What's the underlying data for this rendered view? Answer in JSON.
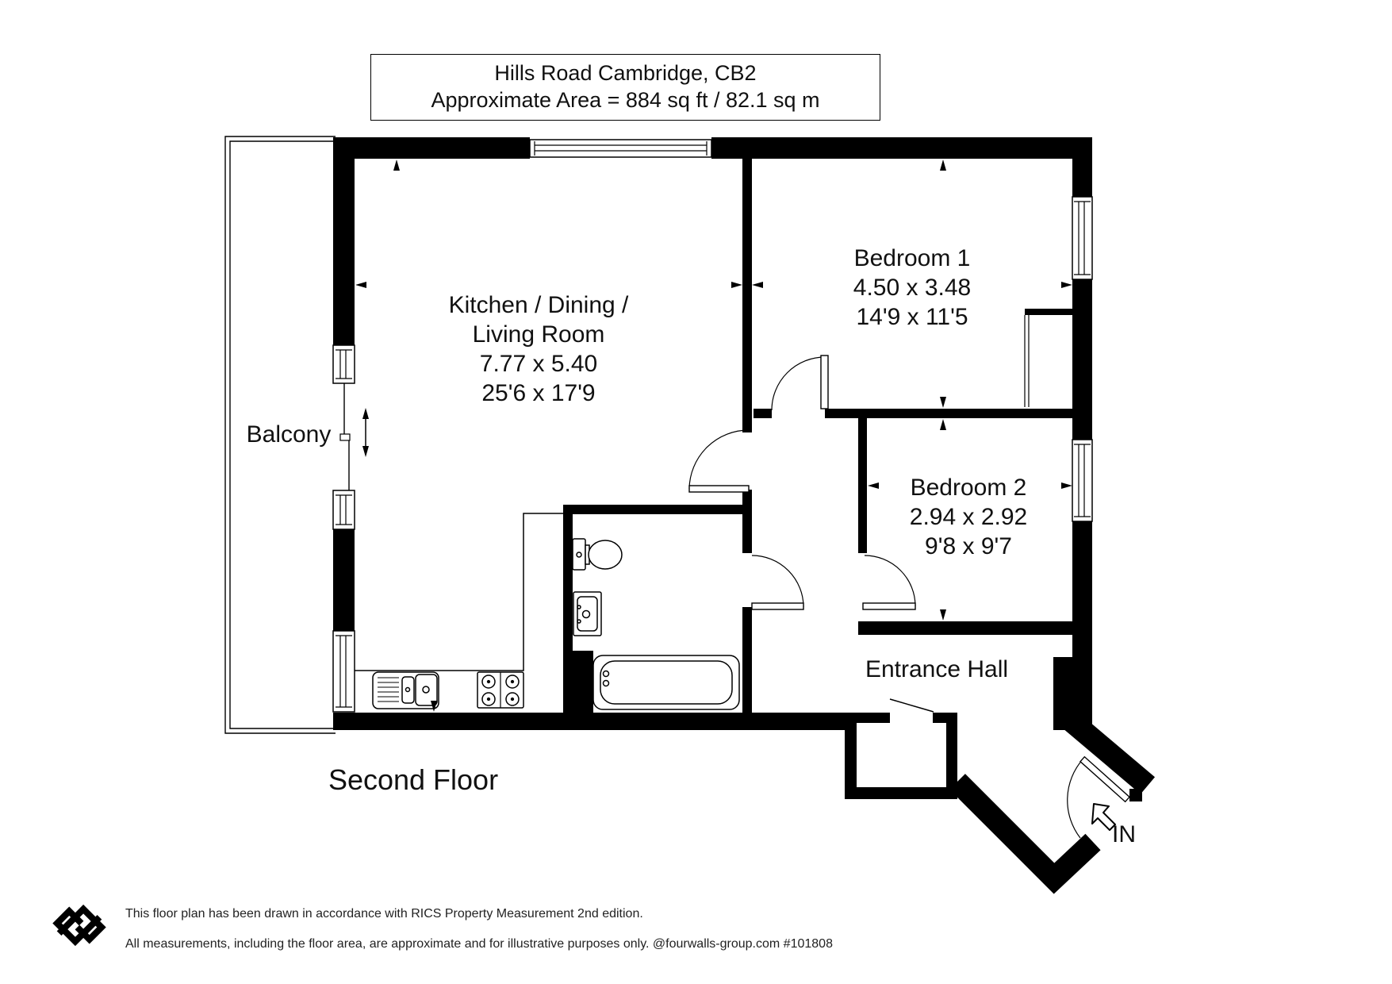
{
  "title": {
    "line1": "Hills Road Cambridge, CB2",
    "line2": "Approximate Area = 884 sq ft / 82.1 sq m"
  },
  "rooms": {
    "kitchen": {
      "name": "Kitchen / Dining / Living Room",
      "metric": "7.77 x 5.40",
      "imperial": "25'6 x 17'9"
    },
    "bedroom1": {
      "name": "Bedroom 1",
      "metric": "4.50 x 3.48",
      "imperial": "14'9 x 11'5"
    },
    "bedroom2": {
      "name": "Bedroom 2",
      "metric": "2.94 x 2.92",
      "imperial": "9'8 x 9'7"
    },
    "balcony": {
      "name": "Balcony"
    },
    "entrance_hall": {
      "name": "Entrance Hall"
    }
  },
  "floor_label": "Second Floor",
  "entrance": {
    "in_label": "IN"
  },
  "footer": {
    "line1": "This floor plan has been drawn in accordance with RICS Property Measurement 2nd edition.",
    "line2": "All measurements, including the floor area, are approximate and for illustrative purposes only. @fourwalls-group.com #101808"
  },
  "icons": {
    "logo": "fourwalls-logo",
    "fixtures": [
      "toilet-icon",
      "basin-icon",
      "bath-icon",
      "kitchen-sink-icon",
      "hob-icon"
    ],
    "markers": [
      "dimension-tick",
      "door-swing-arc",
      "entry-arrow-icon",
      "sliding-door-arrow"
    ]
  },
  "colors": {
    "wall": "#000000",
    "line": "#000000",
    "background": "#ffffff",
    "text": "#111111"
  }
}
